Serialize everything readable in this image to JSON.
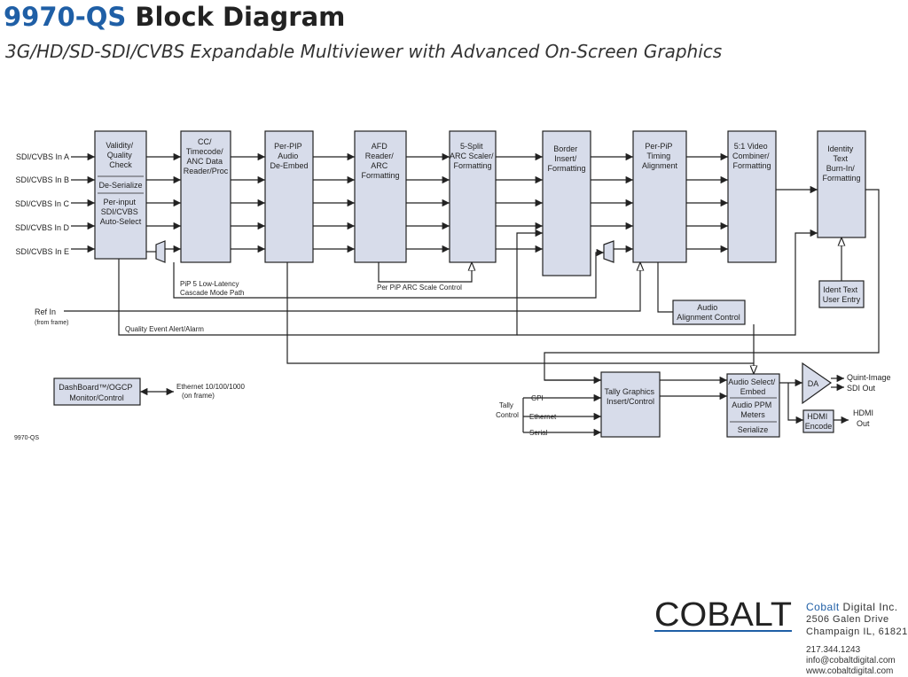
{
  "header": {
    "title_accent": "9970-QS",
    "title_rest": "Block Diagram",
    "subtitle": "3G/HD/SD-SDI/CVBS Expandable Multiviewer with Advanced On-Screen Graphics"
  },
  "inputs": [
    "SDI/CVBS In A",
    "SDI/CVBS In B",
    "SDI/CVBS In C",
    "SDI/CVBS In D",
    "SDI/CVBS In E"
  ],
  "blocks": {
    "validity": {
      "lines": [
        "Validity/",
        "Quality",
        "Check"
      ],
      "sub1": [
        "De-Serialize"
      ],
      "sub2": [
        "Per-input",
        "SDI/CVBS",
        "Auto-Select"
      ]
    },
    "cc": [
      "CC/",
      "Timecode/",
      "ANC Data",
      "Reader/Proc"
    ],
    "audio_deembed": [
      "Per-PIP",
      "Audio",
      "De-Embed"
    ],
    "afd": [
      "AFD",
      "Reader/",
      "ARC",
      "Formatting"
    ],
    "scaler": [
      "5-Split",
      "ARC Scaler/",
      "Formatting"
    ],
    "border": [
      "Border",
      "Insert/",
      "Formatting"
    ],
    "timing": [
      "Per-PiP",
      "Timing",
      "Alignment"
    ],
    "combiner": [
      "5:1 Video",
      "Combiner/",
      "Formatting"
    ],
    "identity": [
      "Identity",
      "Text",
      "Burn-In/",
      "Formatting"
    ],
    "ident_entry": [
      "Ident Text",
      "User Entry"
    ],
    "audio_align": [
      "Audio",
      "Alignment Control"
    ],
    "dashboard": [
      "DashBoard™/OGCP",
      "Monitor/Control"
    ],
    "tally_graphics": [
      "Tally Graphics",
      "Insert/Control"
    ],
    "audio_select": {
      "top": [
        "Audio Select/",
        "Embed"
      ],
      "mid": [
        "Audio PPM",
        "Meters"
      ],
      "bot": [
        "Serialize"
      ]
    },
    "da": "DA",
    "hdmi_encode": [
      "HDMI",
      "Encode"
    ]
  },
  "labels": {
    "pip5": [
      "PiP 5 Low-Latency",
      "Cascade Mode Path"
    ],
    "arc_control": "Per PiP ARC Scale Control",
    "ref_in": "Ref In",
    "ref_in_sub": "(from frame)",
    "quality_alert": "Quality Event Alert/Alarm",
    "ethernet": [
      "Ethernet 10/100/1000",
      "(on frame)"
    ],
    "tally_control": [
      "Tally",
      "Control"
    ],
    "tally_inputs": [
      "GPI",
      "Ethernet",
      "Serial"
    ],
    "quint_out": [
      "Quint-Image",
      "SDI Out"
    ],
    "hdmi_out": [
      "HDMI",
      "Out"
    ],
    "model_tag": "9970-QS"
  },
  "company": {
    "logo": "COBALT",
    "name_accent": "Cobalt",
    "name_rest": " Digital Inc.",
    "address": [
      "2506 Galen Drive",
      "Champaign IL, 61821"
    ],
    "contact": [
      "217.344.1243",
      "info@cobaltdigital.com",
      "www.cobaltdigital.com"
    ]
  },
  "colors": {
    "accent": "#1f5fa6",
    "block_fill": "#d7dcea",
    "line": "#222222"
  }
}
